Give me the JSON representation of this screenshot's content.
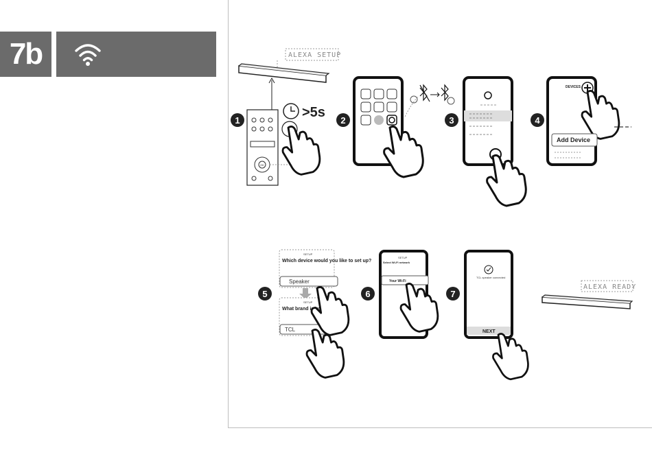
{
  "header": {
    "step_number": "7b",
    "wifi_icon": "wifi-icon"
  },
  "illustration": {
    "soundbar_display_setup": "ALEXA SETUP",
    "soundbar_display_ready": "ALEXA READY",
    "hold_time": ">5s",
    "step_labels": [
      "1",
      "2",
      "3",
      "4",
      "5",
      "6",
      "7"
    ],
    "devices_title": "DEVICES",
    "add_device": "Add Device",
    "setup_title": "SETUP",
    "question_which_device": "Which device would you like to set up?",
    "option_speaker": "Speaker",
    "question_brand": "What brand is your speaker?",
    "option_brand": "TCL",
    "wifi_screen_title": "SETUP",
    "wifi_heading": "Select Wi-Fi network",
    "wifi_option": "Your Wi-Fi",
    "connected_text": "TCL speaker connected",
    "next_button": "NEXT",
    "remote_ok": "OK"
  }
}
